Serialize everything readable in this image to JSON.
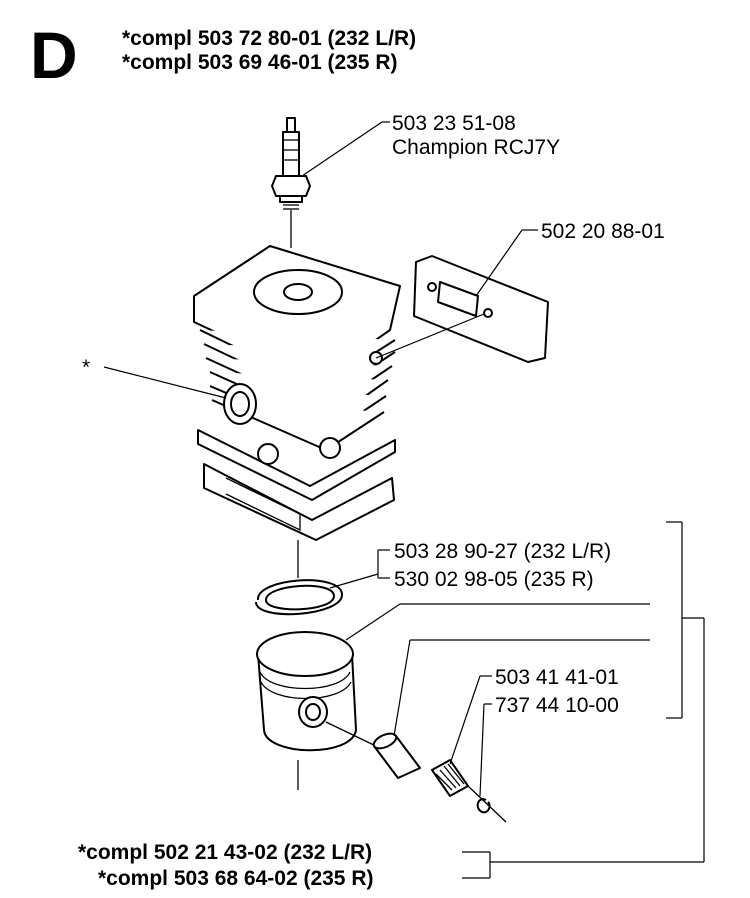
{
  "section_letter": "D",
  "header": {
    "line1": "*compl 503 72 80-01 (232 L/R)",
    "line2": "*compl 503 69 46-01 (235 R)"
  },
  "callouts": {
    "spark_plug_part": "503 23 51-08",
    "spark_plug_name": "Champion RCJ7Y",
    "gasket": "502 20 88-01",
    "cylinder_star": "*",
    "ring_232": "503 28 90-27 (232 L/R)",
    "ring_235": "530 02 98-05 (235 R)",
    "bearing": "503 41 41-01",
    "circlip": "737 44 10-00"
  },
  "footer": {
    "line1": "*compl 502 21 43-02 (232 L/R)",
    "line2": "*compl 503 68 64-02 (235 R)"
  }
}
